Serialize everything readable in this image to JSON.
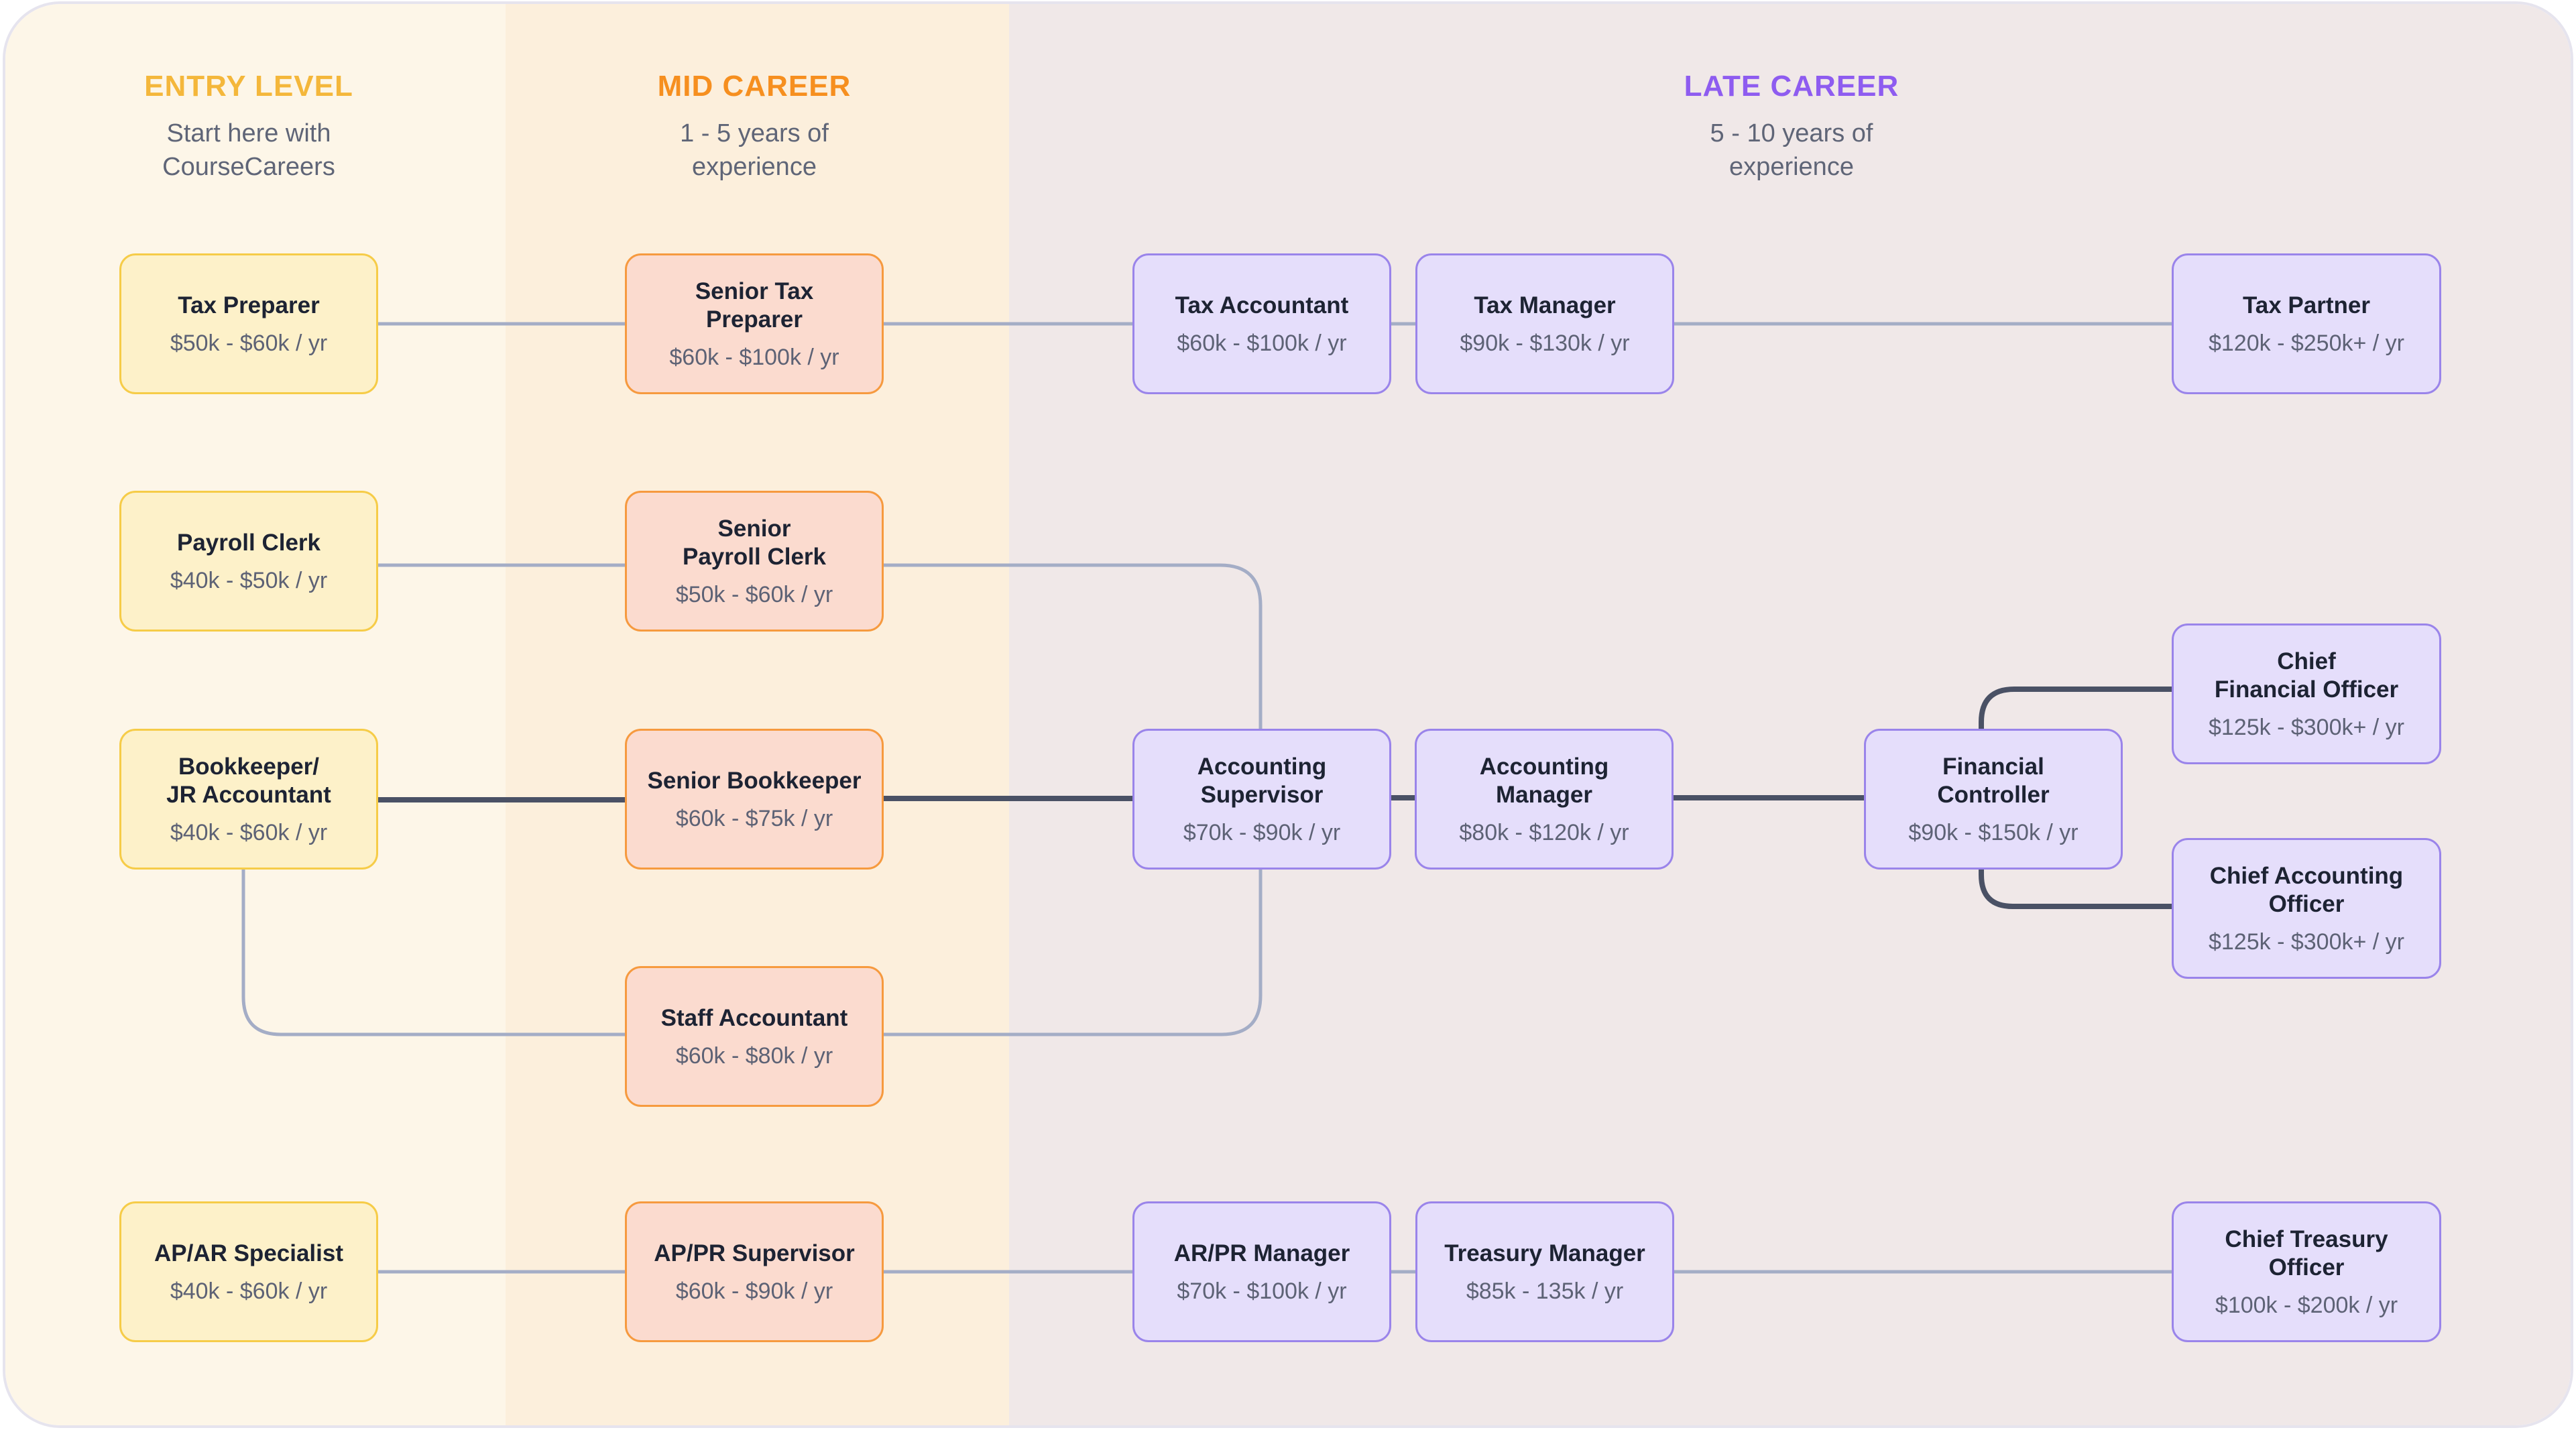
{
  "columns": {
    "entry": {
      "title": "ENTRY LEVEL",
      "subtitle": "Start here with\nCourseCareers"
    },
    "mid": {
      "title": "MID CAREER",
      "subtitle": "1 - 5 years of\nexperience"
    },
    "late": {
      "title": "LATE CAREER",
      "subtitle": "5 - 10 years of\nexperience"
    }
  },
  "colors": {
    "entry_accent": "#f4b73b",
    "mid_accent": "#f68f1f",
    "late_accent": "#8e5cf0",
    "line_light": "#a4adc6",
    "line_dark": "#4a5165"
  },
  "nodes": {
    "tax_preparer": {
      "title": "Tax Preparer",
      "salary": "$50k - $60k / yr"
    },
    "senior_tax_preparer": {
      "title": "Senior Tax\nPreparer",
      "salary": "$60k - $100k / yr"
    },
    "tax_accountant": {
      "title": "Tax Accountant",
      "salary": "$60k - $100k / yr"
    },
    "tax_manager": {
      "title": "Tax Manager",
      "salary": "$90k - $130k / yr"
    },
    "tax_partner": {
      "title": "Tax Partner",
      "salary": "$120k - $250k+ / yr"
    },
    "payroll_clerk": {
      "title": "Payroll Clerk",
      "salary": "$40k - $50k / yr"
    },
    "senior_payroll_clerk": {
      "title": "Senior\nPayroll Clerk",
      "salary": "$50k - $60k / yr"
    },
    "bookkeeper": {
      "title": "Bookkeeper/\nJR Accountant",
      "salary": "$40k - $60k / yr"
    },
    "senior_bookkeeper": {
      "title": "Senior Bookkeeper",
      "salary": "$60k - $75k / yr"
    },
    "accounting_supervisor": {
      "title": "Accounting\nSupervisor",
      "salary": "$70k - $90k / yr"
    },
    "accounting_manager": {
      "title": "Accounting\nManager",
      "salary": "$80k - $120k / yr"
    },
    "financial_controller": {
      "title": "Financial\nController",
      "salary": "$90k - $150k / yr"
    },
    "cfo": {
      "title": "Chief\nFinancial Officer",
      "salary": "$125k - $300k+ / yr"
    },
    "cao": {
      "title": "Chief Accounting\nOfficer",
      "salary": "$125k - $300k+ / yr"
    },
    "staff_accountant": {
      "title": "Staff Accountant",
      "salary": "$60k - $80k / yr"
    },
    "ap_ar_specialist": {
      "title": "AP/AR Specialist",
      "salary": "$40k - $60k / yr"
    },
    "ap_pr_supervisor": {
      "title": "AP/PR Supervisor",
      "salary": "$60k - $90k / yr"
    },
    "ar_pr_manager": {
      "title": "AR/PR Manager",
      "salary": "$70k - $100k / yr"
    },
    "treasury_manager": {
      "title": "Treasury Manager",
      "salary": "$85k - 135k / yr"
    },
    "chief_treasury_officer": {
      "title": "Chief Treasury\nOfficer",
      "salary": "$100k - $200k / yr"
    }
  },
  "connections": [
    {
      "from": "tax_preparer",
      "to": "senior_tax_preparer",
      "emphasis": "light"
    },
    {
      "from": "senior_tax_preparer",
      "to": "tax_accountant",
      "emphasis": "light"
    },
    {
      "from": "tax_accountant",
      "to": "tax_manager",
      "emphasis": "light"
    },
    {
      "from": "tax_manager",
      "to": "tax_partner",
      "emphasis": "light"
    },
    {
      "from": "payroll_clerk",
      "to": "senior_payroll_clerk",
      "emphasis": "light"
    },
    {
      "from": "senior_payroll_clerk",
      "to": "accounting_supervisor",
      "emphasis": "light"
    },
    {
      "from": "bookkeeper",
      "to": "senior_bookkeeper",
      "emphasis": "strong"
    },
    {
      "from": "senior_bookkeeper",
      "to": "accounting_supervisor",
      "emphasis": "strong"
    },
    {
      "from": "accounting_supervisor",
      "to": "accounting_manager",
      "emphasis": "strong"
    },
    {
      "from": "accounting_manager",
      "to": "financial_controller",
      "emphasis": "strong"
    },
    {
      "from": "financial_controller",
      "to": "cfo",
      "emphasis": "strong"
    },
    {
      "from": "financial_controller",
      "to": "cao",
      "emphasis": "strong"
    },
    {
      "from": "bookkeeper",
      "to": "staff_accountant",
      "emphasis": "light"
    },
    {
      "from": "staff_accountant",
      "to": "accounting_supervisor",
      "emphasis": "light"
    },
    {
      "from": "ap_ar_specialist",
      "to": "ap_pr_supervisor",
      "emphasis": "light"
    },
    {
      "from": "ap_pr_supervisor",
      "to": "ar_pr_manager",
      "emphasis": "light"
    },
    {
      "from": "ar_pr_manager",
      "to": "treasury_manager",
      "emphasis": "light"
    },
    {
      "from": "treasury_manager",
      "to": "chief_treasury_officer",
      "emphasis": "light"
    }
  ]
}
